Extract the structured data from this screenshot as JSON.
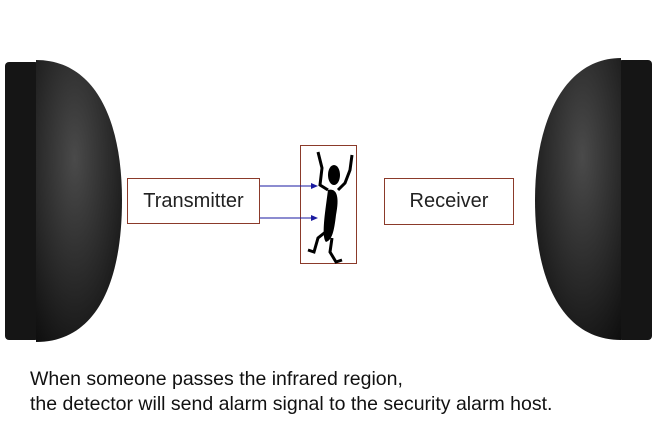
{
  "labels": {
    "transmitter": "Transmitter",
    "receiver": "Receiver"
  },
  "caption": {
    "line1": "When someone passes the infrared region,",
    "line2": "the detector will send alarm signal to the security alarm host."
  },
  "colors": {
    "box_border": "#8b3a2a",
    "arrow": "#1a1aa0",
    "device": "#1e1e1e"
  }
}
